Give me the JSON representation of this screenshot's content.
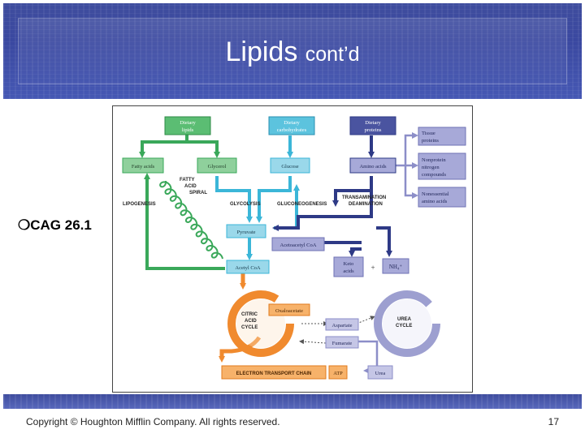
{
  "slide": {
    "title_main": "Lipids",
    "title_sub": "cont’d",
    "bullet_text": "CAG 26.1",
    "copyright": "Copyright © Houghton Mifflin Company. All rights reserved.",
    "page_number": "17"
  },
  "diagram": {
    "colors": {
      "green": "#3aa85a",
      "cyan": "#3bb6d8",
      "navy": "#2e3a86",
      "lavender": "#9d9fd0",
      "orange": "#f08a2e"
    },
    "boxes": {
      "dietary_lipids": [
        "Dietary",
        "lipids"
      ],
      "dietary_carbohydrates": [
        "Dietary",
        "carbohydrates"
      ],
      "dietary_proteins": [
        "Dietary",
        "proteins"
      ],
      "fatty_acids": "Fatty acids",
      "glycerol": "Glycerol",
      "glucose": "Glucose",
      "amino_acids": "Amino acids",
      "tissue_proteins": [
        "Tissue",
        "proteins"
      ],
      "nonprotein_nitrogen": [
        "Nonprotein",
        "nitrogen",
        "compounds"
      ],
      "nonessential_amino_acids": [
        "Nonessential",
        "amino acids"
      ],
      "pyruvate": "Pyruvate",
      "acetoacetyl_coa": "Acetoacetyl CoA",
      "acetyl_coa": "Acetyl CoA",
      "keto_acids": [
        "Keto",
        "acids"
      ],
      "nh4": "NH₄⁺",
      "oxaloacetate": "Oxaloacetate",
      "aspartate": "Aspartate",
      "fumarate": "Fumarate",
      "electron_transport_chain": "ELECTRON TRANSPORT CHAIN",
      "atp": "ATP",
      "urea": "Urea"
    },
    "labels": {
      "lipogenesis": "LIPOGENESIS",
      "fatty_acid_spiral": [
        "FATTY",
        "ACID",
        "SPIRAL"
      ],
      "glycolysis": "GLYCOLYSIS",
      "gluconeogenesis": "GLUCONEOGENESIS",
      "transamination": [
        "TRANSAMINATION",
        "DEAMINATION"
      ],
      "citric_acid_cycle": [
        "CITRIC",
        "ACID",
        "CYCLE"
      ],
      "urea_cycle": [
        "UREA",
        "CYCLE"
      ],
      "plus_sign": "+"
    }
  }
}
